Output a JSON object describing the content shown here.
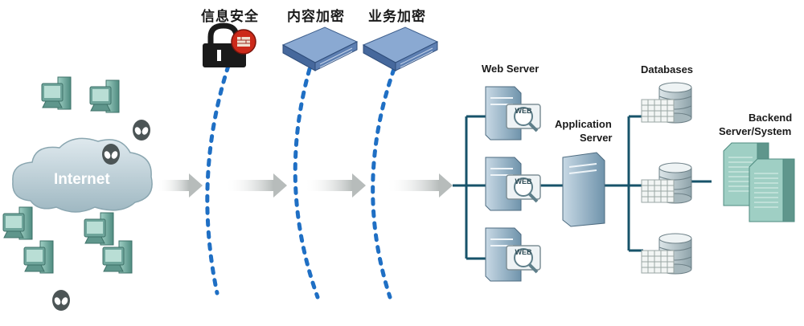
{
  "labels": {
    "infosec": "信息安全",
    "content_enc": "内容加密",
    "business_enc": "业务加密",
    "internet": "Internet",
    "web_server": "Web Server",
    "application": "Application",
    "server": "Server",
    "databases": "Databases",
    "backend_line1": "Backend",
    "backend_line2": "Server/System",
    "web_badge": "WEB"
  },
  "colors": {
    "dashed_line": "#1f6fc4",
    "network_line": "#17536a",
    "arrow": "#c6c9c8",
    "cloud": "#c5d6dc",
    "computer": "#6fa59b",
    "server": "#8fb0c4",
    "appliance": "#5a7fb0",
    "lock_badge": "#cc2a1a"
  }
}
